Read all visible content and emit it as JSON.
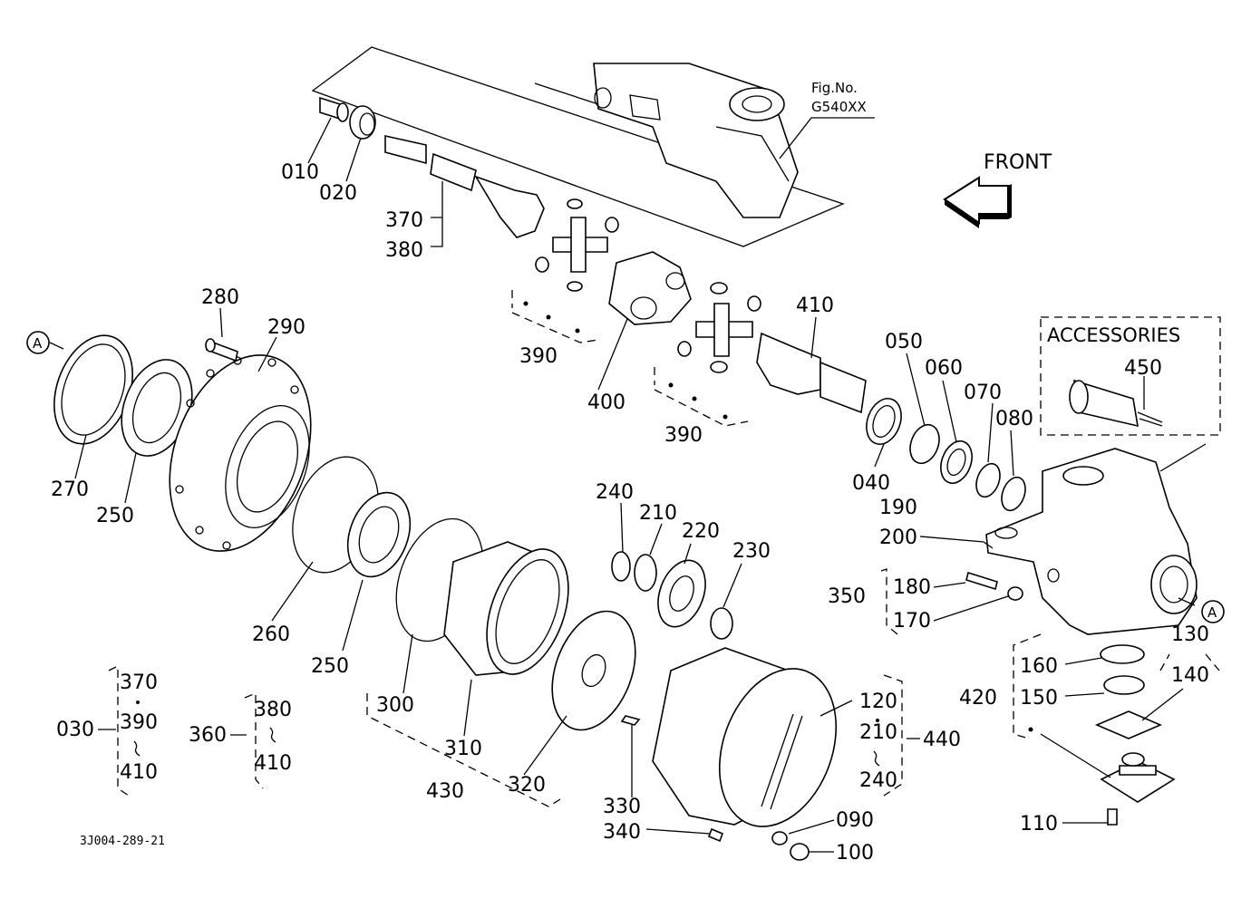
{
  "fig_ref": {
    "line1": "Fig.No.",
    "line2": "G540XX"
  },
  "front_label": "FRONT",
  "accessories_label": "ACCESSORIES",
  "drawing_code": "3J004-289-21",
  "ref_marker": "A",
  "groups": {
    "g030": {
      "code": "030",
      "a": "370",
      "b": "390",
      "c": "410"
    },
    "g360": {
      "code": "360",
      "a": "380",
      "c": "410"
    },
    "g430": {
      "a": "300",
      "b": "310",
      "c": "320"
    },
    "g440": {
      "code": "440",
      "a": "120",
      "b": "210",
      "c": "240"
    }
  },
  "parts": [
    "010",
    "020",
    "370",
    "380",
    "390",
    "400",
    "390",
    "410",
    "050",
    "060",
    "070",
    "080",
    "040",
    "280",
    "290",
    "270",
    "250",
    "260",
    "250",
    "300",
    "310",
    "320",
    "430",
    "240",
    "210",
    "220",
    "230",
    "190",
    "200",
    "350",
    "180",
    "170",
    "130",
    "140",
    "160",
    "150",
    "420",
    "110",
    "330",
    "340",
    "090",
    "100",
    "450"
  ]
}
